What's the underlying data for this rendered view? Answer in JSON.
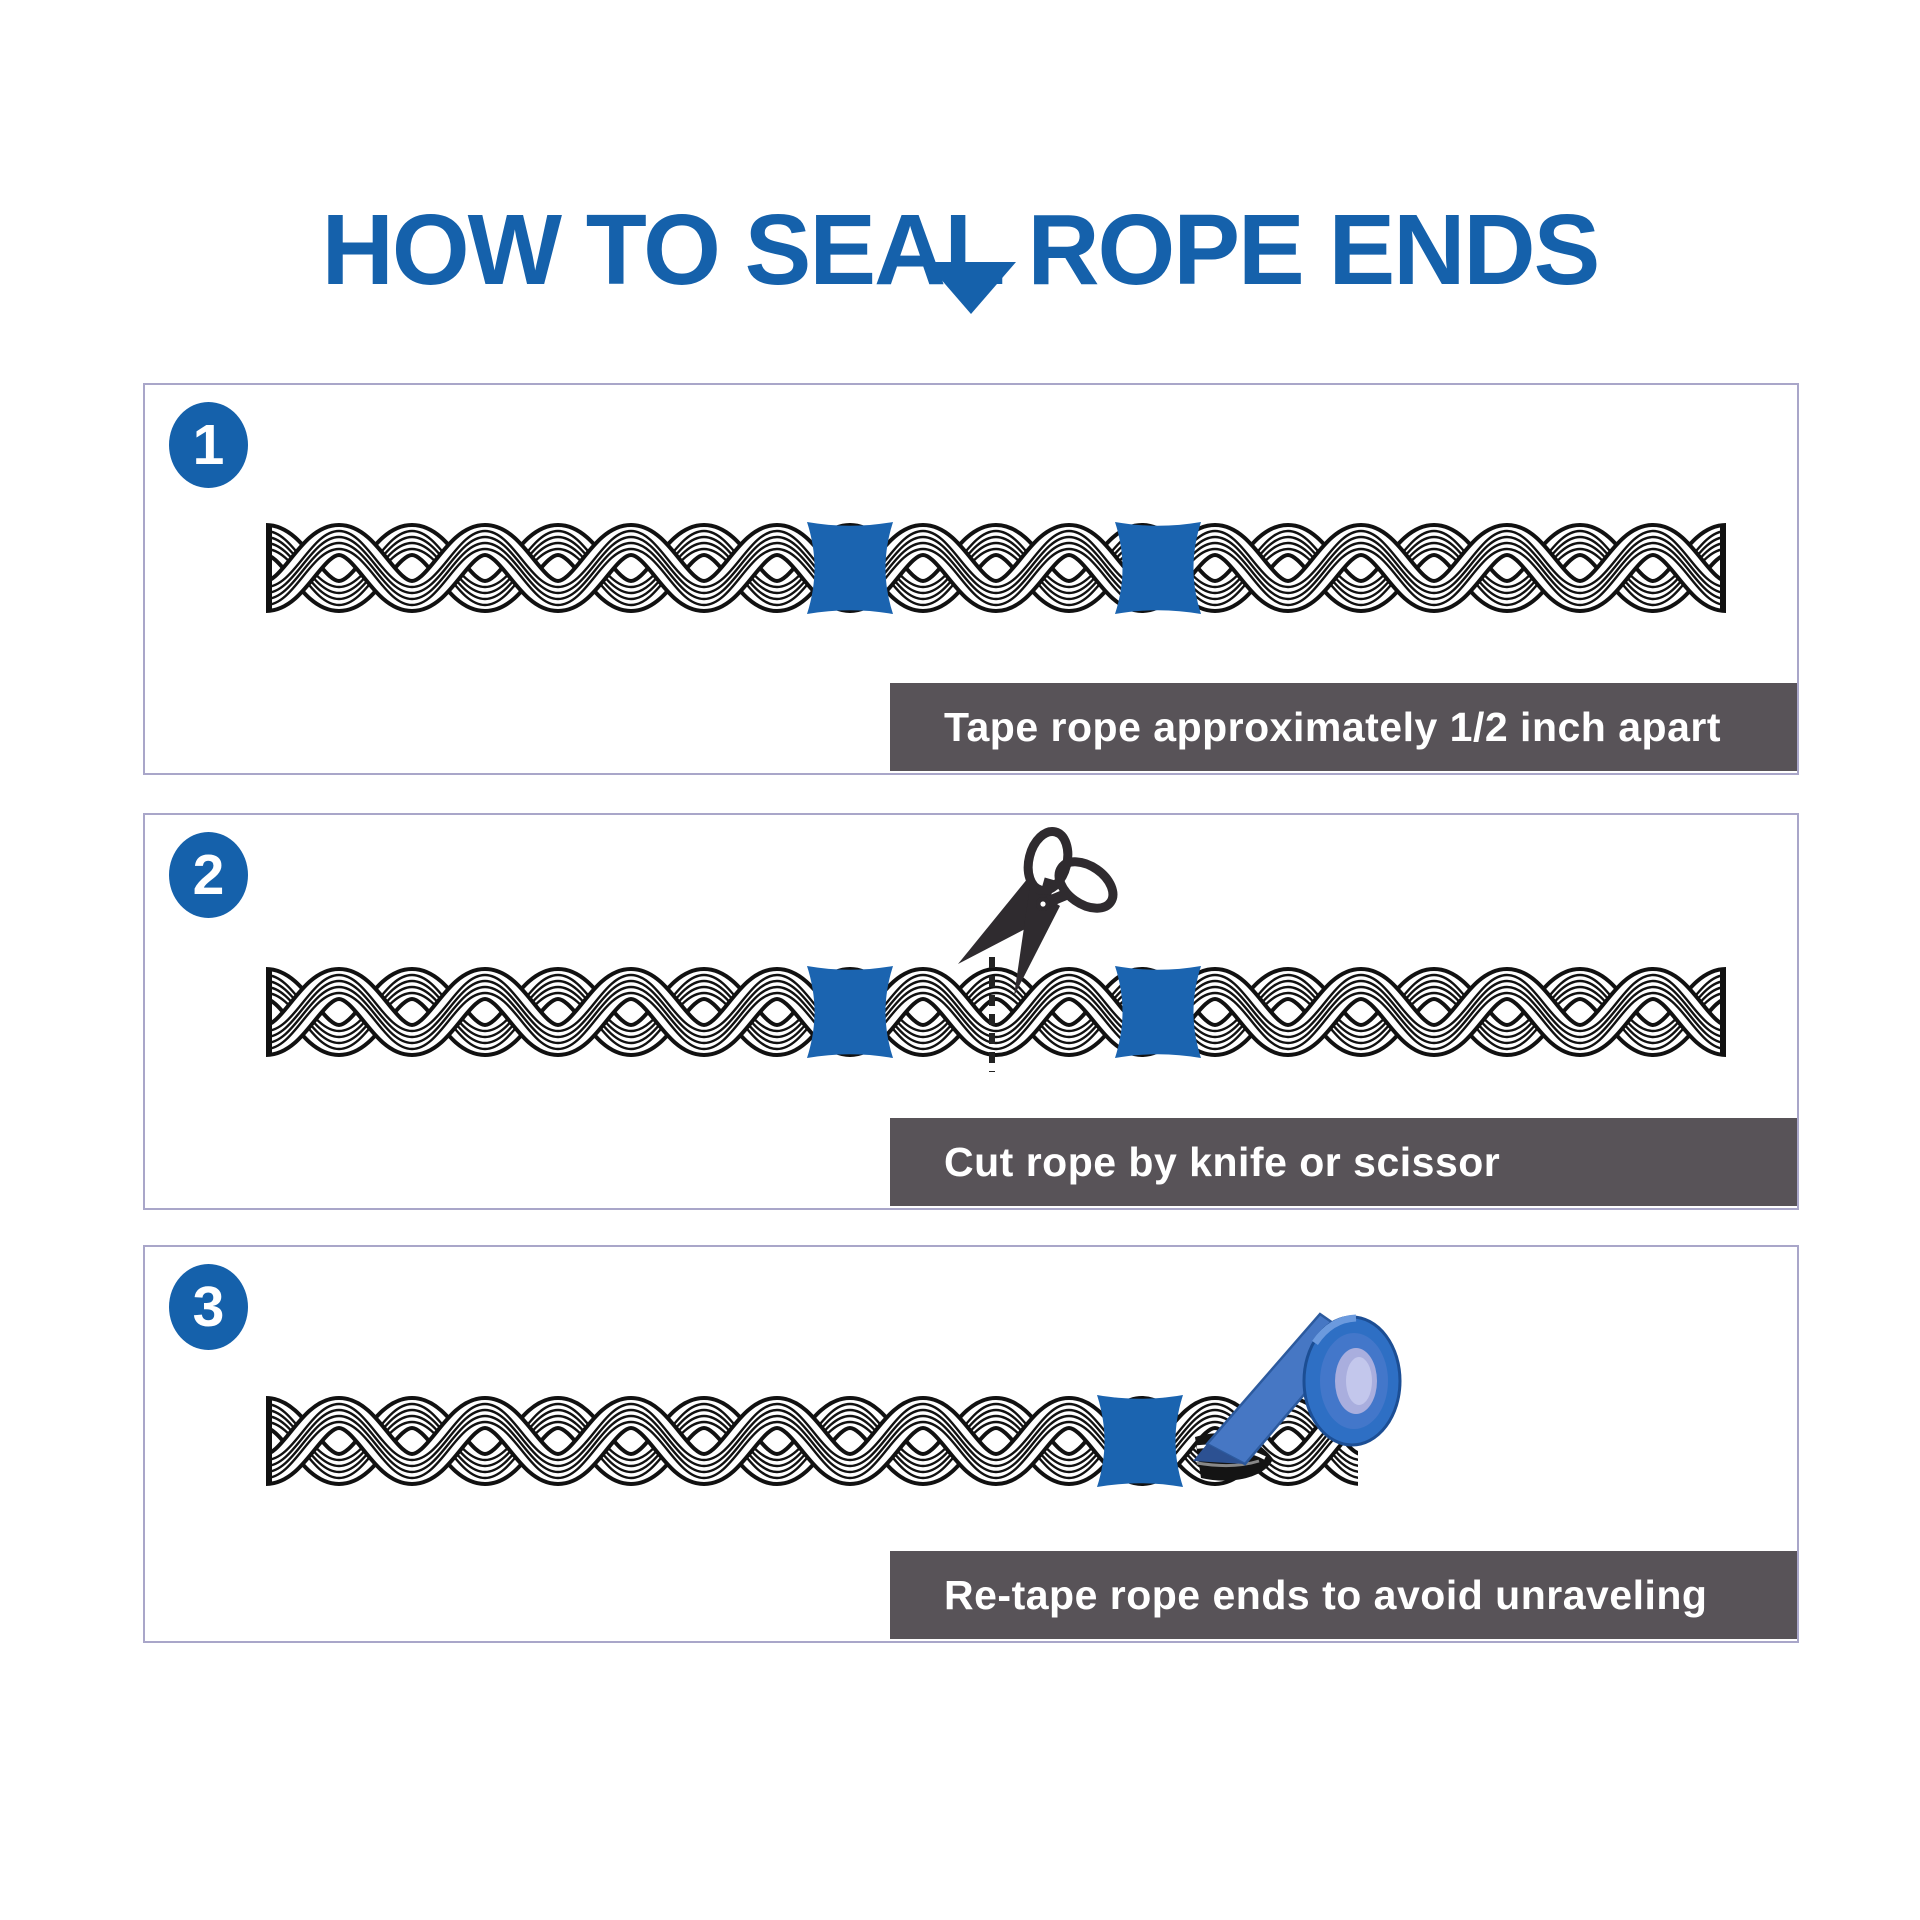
{
  "title": "HOW TO SEAL ROPE ENDS",
  "steps": [
    {
      "number": "1",
      "caption": "Tape rope approximately 1/2 inch apart"
    },
    {
      "number": "2",
      "caption": "Cut rope by knife or scissor"
    },
    {
      "number": "3",
      "caption": "Re-tape rope ends to avoid unraveling"
    }
  ],
  "colors": {
    "accent_blue": "#1561ab",
    "tape_band_blue": "#1b64b0",
    "tape_roll_blue": "#2e6fc4",
    "tape_strip_blue": "#4677c4",
    "tape_roll_hole": "#a9aede",
    "caption_bar_gray": "#585358",
    "caption_text": "#ffffff",
    "panel_border": "#a9a6c9",
    "rope_outline": "#111111",
    "scissors_dark": "#2f2b2f"
  },
  "icons": {
    "down-arrow-icon": "solid triangle pointing down",
    "scissors-icon": "open scissors cutting rope",
    "cut-line": "vertical dashed cut mark",
    "tape-roll-icon": "roll of blue tape with strip",
    "tape-band": "blue tape wrapped around rope",
    "rope-illustration": "twisted rope line art"
  }
}
